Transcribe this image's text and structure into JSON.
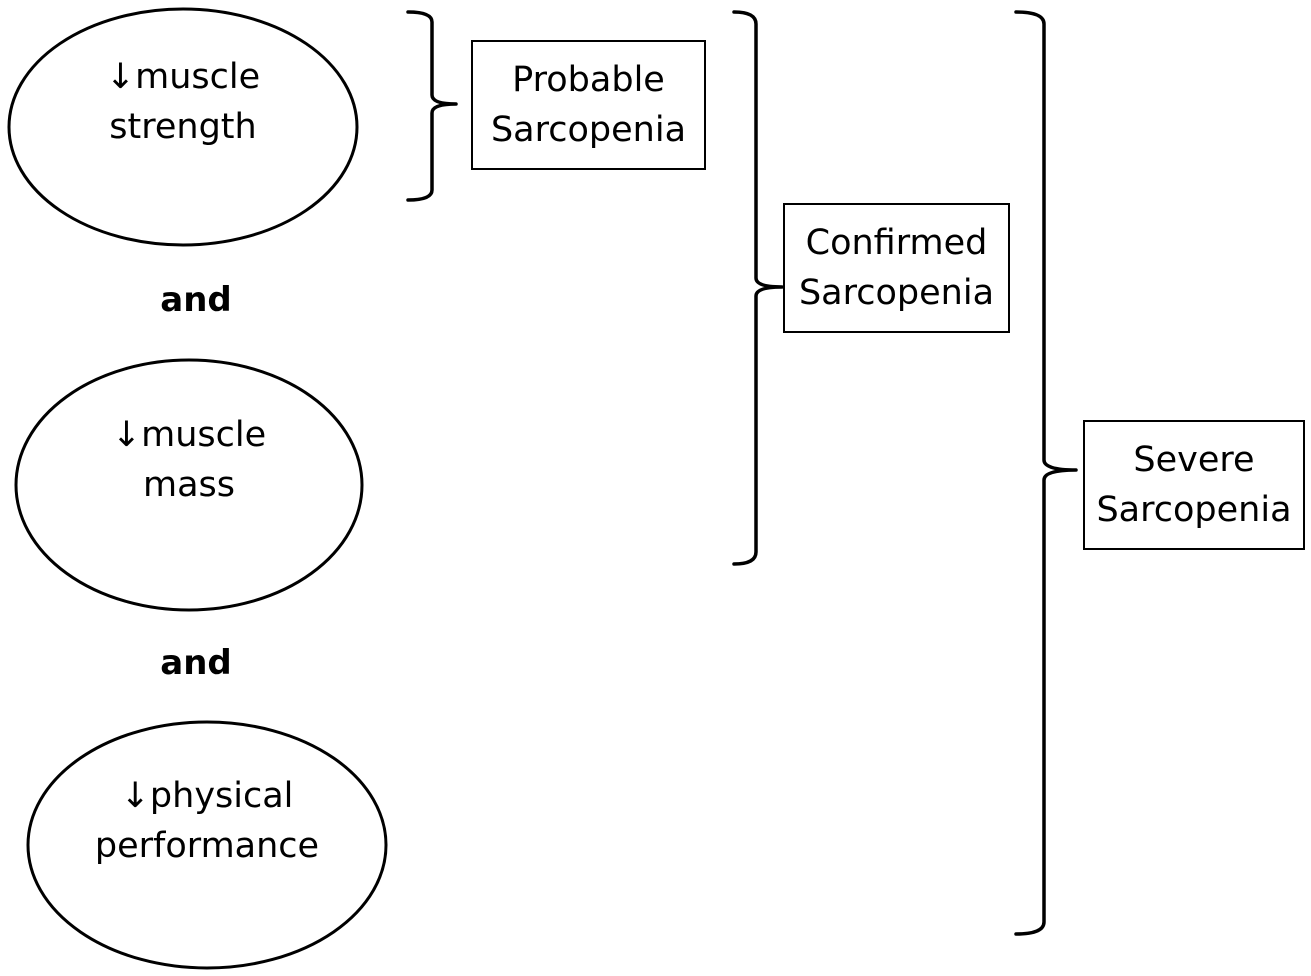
{
  "criteria": [
    {
      "line1": "↓muscle",
      "line2": "strength"
    },
    {
      "line1": "↓muscle",
      "line2": "mass"
    },
    {
      "line1": "↓physical",
      "line2": "performance"
    }
  ],
  "connectors": [
    "and",
    "and"
  ],
  "stages": [
    {
      "line1": "Probable",
      "line2": "Sarcopenia"
    },
    {
      "line1": "Confirmed",
      "line2": "Sarcopenia"
    },
    {
      "line1": "Severe",
      "line2": "Sarcopenia"
    }
  ]
}
